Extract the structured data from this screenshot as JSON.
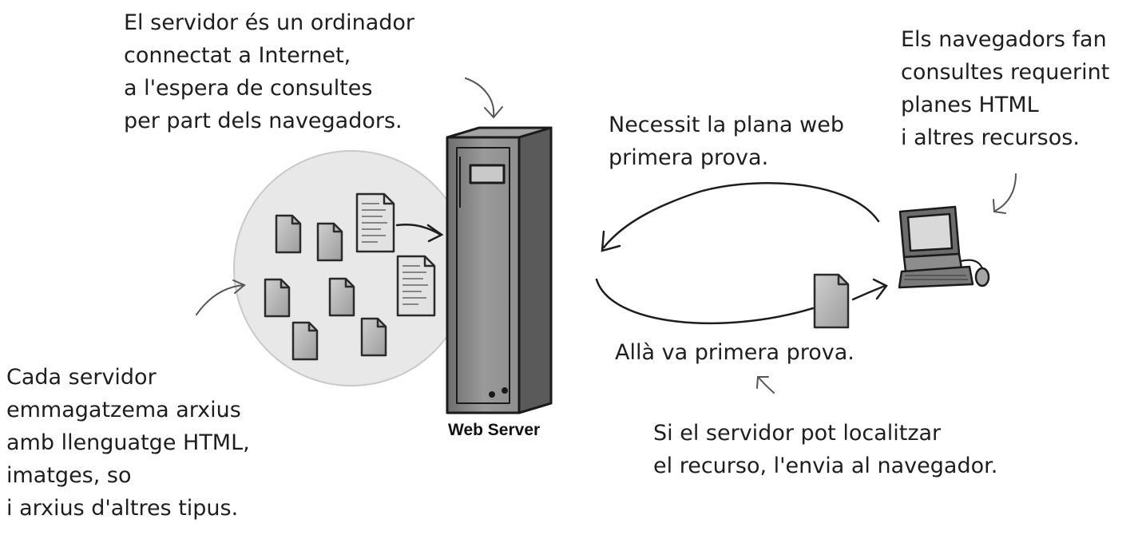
{
  "notes": {
    "server_desc": [
      "El servidor és un ordinador",
      "connectat a Internet,",
      "a l'espera de consultes",
      "per part dels navegadors."
    ],
    "browsers_desc": [
      "Els navegadors fan",
      "consultes requerint",
      "planes HTML",
      "i altres recursos."
    ],
    "request": [
      "Necessit la plana web",
      "primera prova."
    ],
    "response": [
      "Allà va primera prova."
    ],
    "locate_desc": [
      "Si el servidor pot localitzar",
      "el recurso, l'envia al navegador."
    ],
    "storage_desc": [
      "Cada servidor",
      "emmagatzema arxius",
      "amb llenguatge HTML,",
      "imatges, so",
      "i arxius d'altres tipus."
    ]
  },
  "server_label": "Web Server",
  "icons": [
    "web-server-tower-icon",
    "desktop-computer-icon",
    "document-icon",
    "arrow-icon"
  ],
  "colors": {
    "ink": "#222222",
    "server_body": "#8c8c8c",
    "circle_fill": "#e9e9e9",
    "doc_fill": "#b5b5b5",
    "screen": "#d8d8d8"
  }
}
